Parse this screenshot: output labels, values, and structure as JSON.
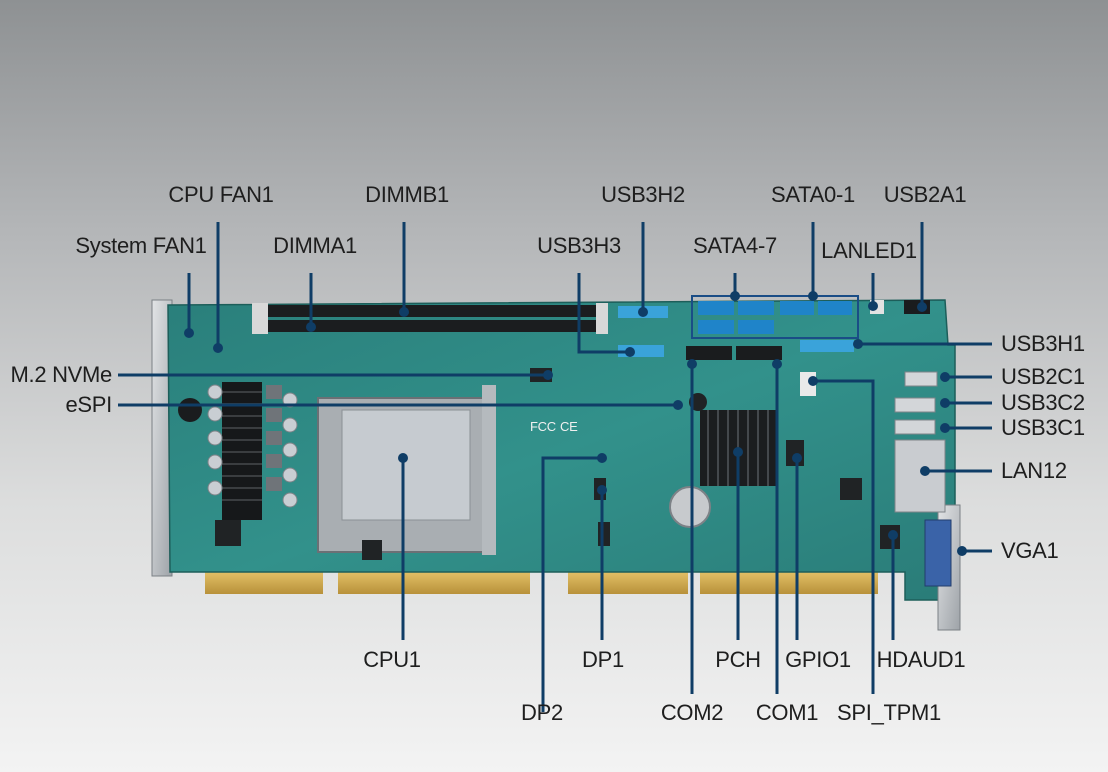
{
  "labels": {
    "cpu_fan1": "CPU FAN1",
    "dimmb1": "DIMMB1",
    "usb3h2": "USB3H2",
    "sata0_1": "SATA0-1",
    "usb2a1": "USB2A1",
    "system_fan1": "System FAN1",
    "dimma1": "DIMMA1",
    "usb3h3": "USB3H3",
    "sata4_7": "SATA4-7",
    "lanled1": "LANLED1",
    "usb3h1": "USB3H1",
    "m2_nvme": "M.2 NVMe",
    "espi": "eSPI",
    "usb2c1": "USB2C1",
    "usb3c2": "USB3C2",
    "usb3c1": "USB3C1",
    "lan12": "LAN12",
    "vga1": "VGA1",
    "cpu1": "CPU1",
    "dp1": "DP1",
    "pch": "PCH",
    "gpio1": "GPIO1",
    "hdaud1": "HDAUD1",
    "dp2": "DP2",
    "com2": "COM2",
    "com1": "COM1",
    "spi_tpm1": "SPI_TPM1"
  },
  "board_markings": {
    "fcc": "FCC",
    "ce": "CE"
  },
  "colors": {
    "pcb": "#2f8a84",
    "leader": "#0f3d66",
    "sata": "#1f84c9"
  }
}
